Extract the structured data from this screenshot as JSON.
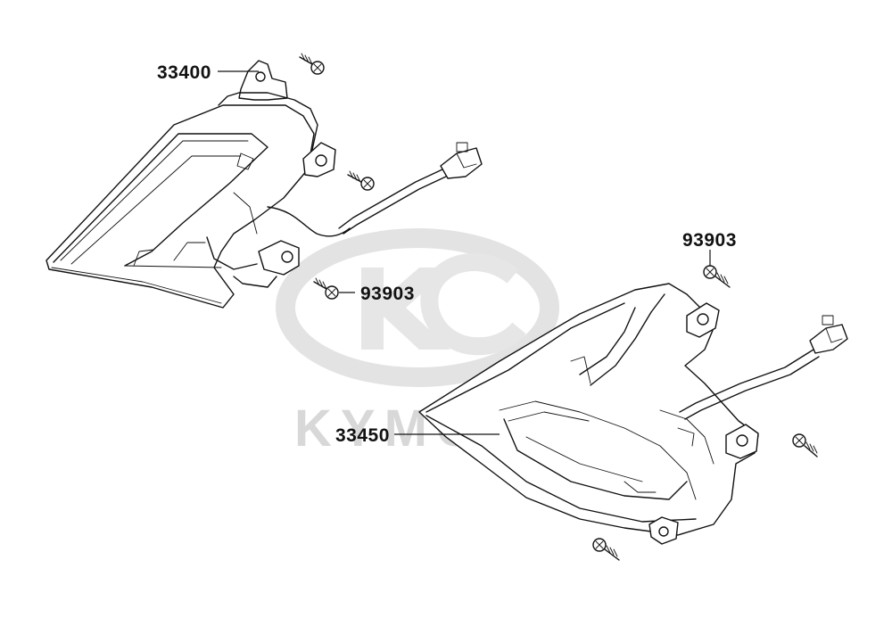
{
  "watermark": {
    "text": "KYMC",
    "color": "#d8d8d8"
  },
  "labels": {
    "rear_left_lamp": "33400",
    "screw_middle": "93903",
    "screw_right": "93903",
    "rear_right_lamp": "33450"
  },
  "colors": {
    "line": "#111111",
    "background": "#ffffff"
  }
}
